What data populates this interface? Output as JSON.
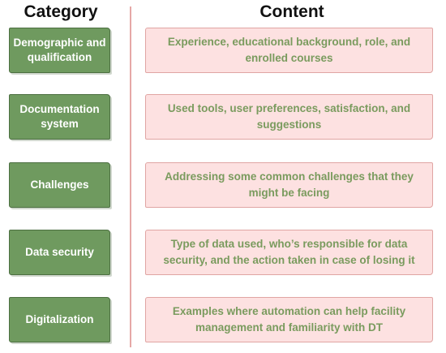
{
  "headers": {
    "category": "Category",
    "content": "Content"
  },
  "rows": [
    {
      "category": "Demographic and qualification",
      "content": "Experience, educational background, role, and enrolled courses"
    },
    {
      "category": "Documentation system",
      "content": "Used tools, user preferences, satisfaction, and suggestions"
    },
    {
      "category": "Challenges",
      "content": "Addressing some common challenges that they might be facing"
    },
    {
      "category": "Data security",
      "content": "Type of data used, who’s responsible for data security, and the action taken in case of losing it"
    },
    {
      "category": "Digitalization",
      "content": "Examples where automation can help facility management and familiarity with DT"
    }
  ],
  "colors": {
    "category_fill": "#6f9a5f",
    "category_border": "#4c6f41",
    "content_fill": "#fde1e1",
    "content_border": "#e0a5a3",
    "content_text": "#7a9b5e",
    "divider": "#e6a8a6"
  }
}
